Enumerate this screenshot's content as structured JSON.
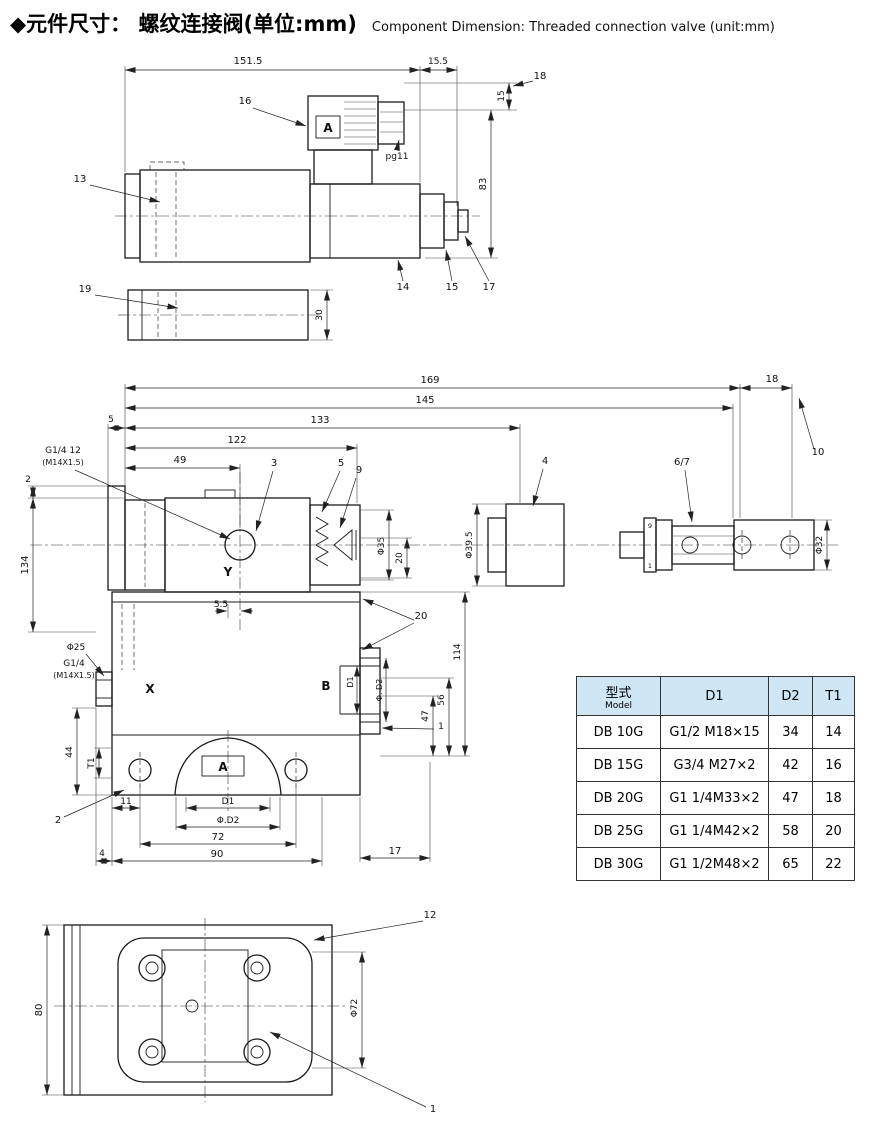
{
  "title": {
    "zh": "◆元件尺寸： 螺纹连接阀(单位:mm)",
    "en": "Component Dimension: Threaded connection valve (unit:mm)"
  },
  "top_view": {
    "d151_5": "151.5",
    "d15_5": "15.5",
    "l18": "18",
    "d15": "15",
    "d83": "83",
    "l16": "16",
    "lA": "A",
    "pg11": "pg11",
    "l13": "13",
    "l14": "14",
    "l15": "15",
    "l17": "17",
    "l19": "19",
    "d30": "30"
  },
  "main_view": {
    "d169": "169",
    "d18": "18",
    "d145": "145",
    "d133": "133",
    "d5": "5",
    "d122": "122",
    "d49": "49",
    "l10": "10",
    "yport1": "G1/4 12",
    "yport2": "(M14X1.5)",
    "l3": "3",
    "l5": "5",
    "l9": "9",
    "l4": "4",
    "l67": "6/7",
    "d2": "2",
    "d134": "134",
    "lY": "Y",
    "d35": "Φ35",
    "d20": "20",
    "d39_5": "Φ39.5",
    "d32": "Φ32",
    "s9": "9",
    "s1": "1",
    "d5_5": "5.5",
    "l20": "20",
    "d25": "Φ25",
    "xport1": "G1/4",
    "xport2": "(M14X1.5)",
    "lX": "X",
    "d44": "44",
    "dT1": "T1",
    "l2": "2",
    "d11": "11",
    "lA": "A",
    "dD1b": "D1",
    "dD2b": "Φ.D2",
    "d72": "72",
    "d90": "90",
    "d4": "4",
    "d17": "17",
    "lB": "B",
    "dD1r": "D1",
    "dD2r": "Φ. D2",
    "d47": "47",
    "d56": "56",
    "d114": "114",
    "l1": "1"
  },
  "table": {
    "header": {
      "model_zh": "型式",
      "model_en": "Model",
      "d1": "D1",
      "d2": "D2",
      "t1": "T1"
    },
    "rows": [
      {
        "model": "DB 10G",
        "d1": "G1/2 M18×15",
        "d2": "34",
        "t1": "14"
      },
      {
        "model": "DB 15G",
        "d1": "G3/4 M27×2",
        "d2": "42",
        "t1": "16"
      },
      {
        "model": "DB 20G",
        "d1": "G1 1/4M33×2",
        "d2": "47",
        "t1": "18"
      },
      {
        "model": "DB 25G",
        "d1": "G1 1/4M42×2",
        "d2": "58",
        "t1": "20"
      },
      {
        "model": "DB 30G",
        "d1": "G1 1/2M48×2",
        "d2": "65",
        "t1": "22"
      }
    ]
  },
  "bottom_view": {
    "d80": "80",
    "d72": "Φ72",
    "l12": "12",
    "l1": "1"
  }
}
